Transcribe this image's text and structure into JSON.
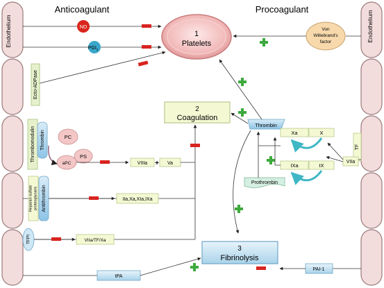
{
  "headings": {
    "anticoagulant": "Anticoagulant",
    "procoagulant": "Procoagulant"
  },
  "endothelium": {
    "left_label": "Endothelium",
    "right_label": "Endothelium"
  },
  "platelets": {
    "number": "1",
    "label": "Platelets"
  },
  "coagulation": {
    "number": "2",
    "label": "Coagulation"
  },
  "fibrinolysis": {
    "number": "3",
    "label": "Fibrinolysis"
  },
  "mediators": {
    "no": "NO",
    "pgi": "PGI",
    "pgi_sub": "2",
    "vwf_line1": "Von",
    "vwf_line2": "Willebrand's",
    "vwf_line3": "factor",
    "ecto_adpase": "Ecto-ADPase",
    "thrombomodulin": "Thrombomodulin",
    "thrombin_bound": "Thrombin",
    "pc": "PC",
    "ps": "PS",
    "apc": "aPC",
    "viiia": "VIIIa",
    "plus": "+",
    "va": "Va",
    "heparan_line1": "Heparan sulfate",
    "heparan_line2": "proteoglycans",
    "antithrombin": "Antithrombin",
    "iia_group": "IIa,Xa,XIa,IXa",
    "tfpi": "TFPI",
    "viia_tf_xa": "VIIa/TF/Xa",
    "tpa": "tPA",
    "pai1": "PAI-1"
  },
  "cascade": {
    "thrombin": "Thrombin",
    "prothrombin": "Prothrombin",
    "xa": "Xa",
    "x": "X",
    "ixa": "IXa",
    "ix": "IX",
    "tf": "TF",
    "viia": "VIIa"
  },
  "colors": {
    "cell": "#f3dcdc",
    "cell_border": "#9c7a7a",
    "inhibit": "#d8241f",
    "activate": "#3daa3d",
    "box_fill": "#f4f9d4",
    "box_border": "#b9c98b"
  }
}
